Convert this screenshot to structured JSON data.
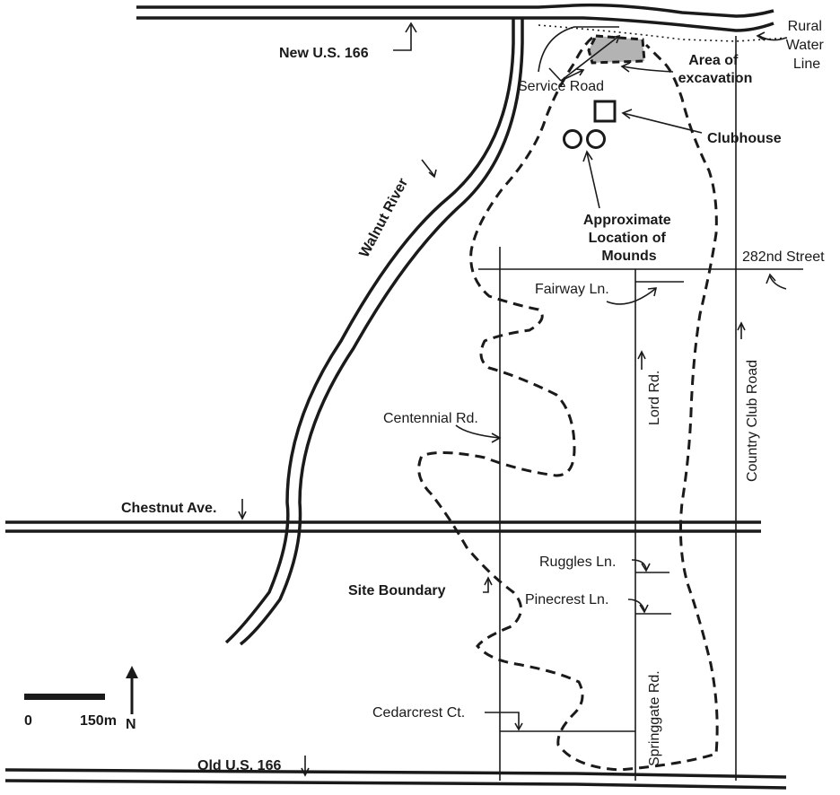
{
  "labels": {
    "new_us_166": "New U.S. 166",
    "rural_water_line": [
      "Rural",
      "Water",
      "Line"
    ],
    "area_of_excavation": [
      "Area of",
      "excavation"
    ],
    "service_road": "Service Road",
    "clubhouse": "Clubhouse",
    "mounds": [
      "Approximate",
      "Location of",
      "Mounds"
    ],
    "walnut_river": "Walnut River",
    "street_282nd": "282nd Street",
    "fairway_ln": "Fairway Ln.",
    "lord_rd": "Lord Rd.",
    "country_club_road": "Country Club Road",
    "centennial_rd": "Centennial Rd.",
    "chestnut_ave": "Chestnut Ave.",
    "ruggles_ln": "Ruggles Ln.",
    "site_boundary": "Site Boundary",
    "pinecrest_ln": "Pinecrest Ln.",
    "springgate_rd": "Springgate Rd.",
    "cedarcrest_ct": "Cedarcrest Ct.",
    "old_us_166": "Old U.S. 166"
  },
  "scale_bar": {
    "start": "0",
    "end": "150m",
    "distance_m": 150
  },
  "north_arrow": "N",
  "colors": {
    "ink": "#1a1a1a",
    "excavation_fill": "#b3b3b3",
    "background": "#ffffff"
  }
}
